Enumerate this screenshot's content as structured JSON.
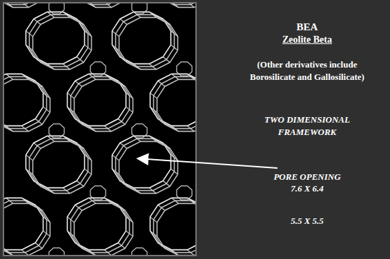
{
  "diagram": {
    "title": "BEA",
    "labels": [
      "Zeolite Beta",
      "(Other derivatives include Borosilicate and Gallosilicate)",
      "TWO DIMENSIONAL FRAMEWORK",
      "PORE OPENING",
      "7.6 X 6.4",
      "5.5 X 5.5"
    ]
  }
}
